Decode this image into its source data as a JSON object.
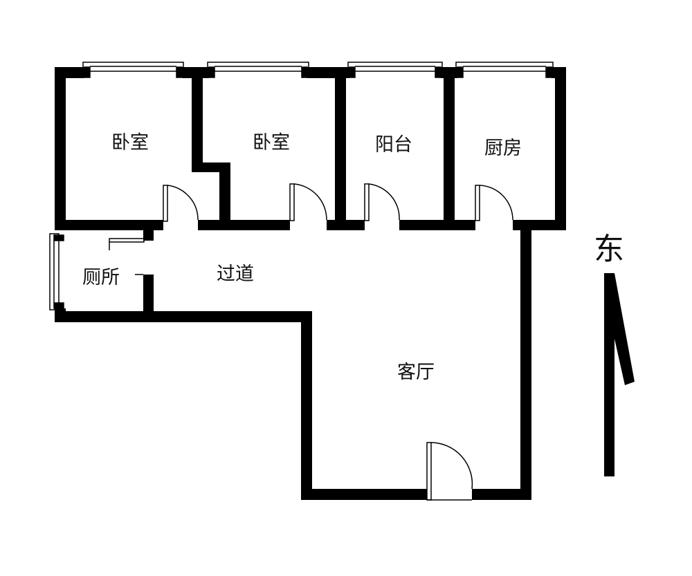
{
  "rooms": {
    "bedroom_1": "卧室",
    "bedroom_2": "卧室",
    "balcony": "阳台",
    "kitchen": "厨房",
    "toilet": "厕所",
    "corridor": "过道",
    "living_room": "客厅"
  },
  "compass": {
    "label": "东"
  },
  "colors": {
    "wall": "#000000",
    "background": "#ffffff",
    "window_frame": "#000000"
  }
}
